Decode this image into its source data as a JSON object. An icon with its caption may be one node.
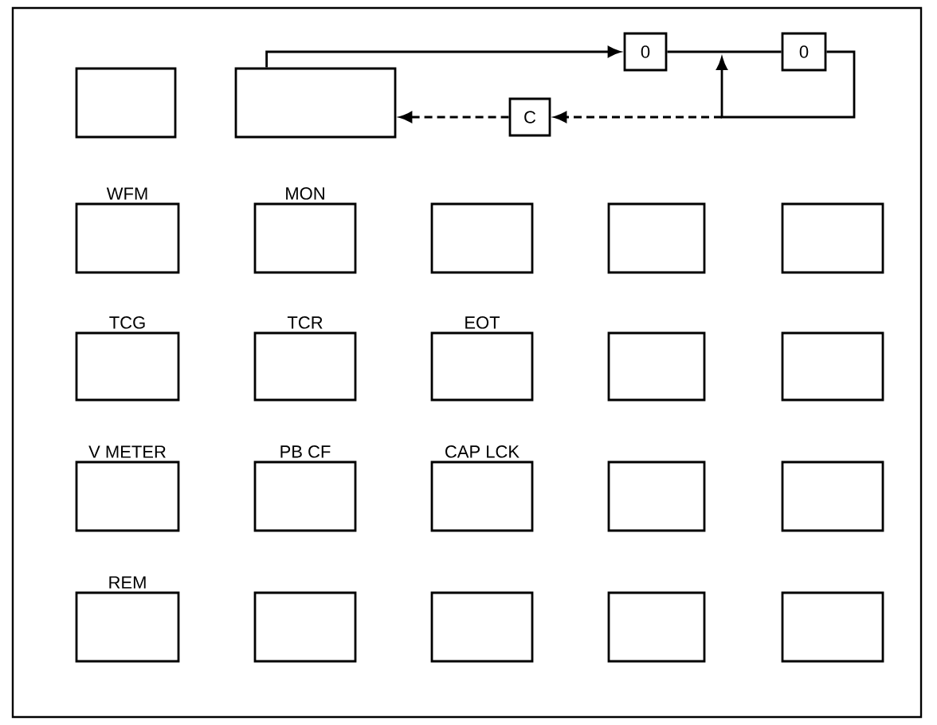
{
  "diagram": {
    "nodes": [
      {
        "text": [],
        "shape": "box"
      },
      {
        "text": [],
        "shape": "box"
      },
      {
        "text": [
          "0"
        ]
      },
      {
        "text": [
          "0"
        ]
      },
      {
        "text": [
          "C"
        ]
      },
      {
        "text": [
          "WFM"
        ]
      },
      {
        "text": [
          "MON"
        ]
      },
      {
        "text": [],
        "shape": "box"
      },
      {
        "text": [],
        "shape": "box"
      },
      {
        "text": [],
        "shape": "box"
      },
      {
        "text": [
          "TCG"
        ]
      },
      {
        "text": [
          "TCR"
        ]
      },
      {
        "text": [
          "EOT"
        ]
      },
      {
        "text": [],
        "shape": "box"
      },
      {
        "text": [],
        "shape": "box"
      },
      {
        "text": [
          "V METER"
        ]
      },
      {
        "text": [
          "PB CF"
        ]
      },
      {
        "text": [
          "CAP LCK"
        ]
      },
      {
        "text": [],
        "shape": "box"
      },
      {
        "text": [],
        "shape": "box"
      },
      {
        "text": [
          "REM"
        ]
      },
      {
        "text": [],
        "shape": "box"
      },
      {
        "text": [],
        "shape": "box"
      },
      {
        "text": [],
        "shape": "box"
      },
      {
        "text": [],
        "shape": "box"
      }
    ],
    "edges": [
      {
        "from": 1,
        "to": 2,
        "arrow": "to"
      },
      {
        "from": 2,
        "to": 3,
        "arrow": "none"
      },
      {
        "from": 3,
        "to": null,
        "arrow": "to"
      },
      {
        "from": 3,
        "to": 4,
        "arrow": "to",
        "style": "dashed"
      },
      {
        "from": 4,
        "to": 1,
        "arrow": "to",
        "style": "dashed"
      }
    ]
  }
}
